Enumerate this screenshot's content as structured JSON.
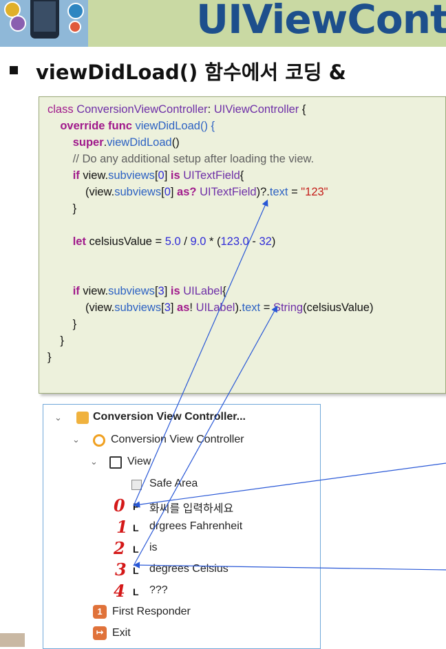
{
  "banner": {
    "title": "UIViewCont",
    "logo_icon": "apple-logo-phone-icon"
  },
  "heading": {
    "text": "viewDidLoad() 함수에서 코딩 &"
  },
  "code": {
    "l1": {
      "a": "class ",
      "b": "ConversionViewController",
      "c": ": ",
      "d": "UIViewController",
      "e": " {"
    },
    "l2": {
      "a": "    ",
      "b": "override func ",
      "c": "viewDidLoad",
      "d": "() {"
    },
    "l3": {
      "a": "        ",
      "b": "super",
      "c": ".",
      "d": "viewDidLoad",
      "e": "()"
    },
    "l4": {
      "a": "        ",
      "b": "// Do any additional setup after loading the view."
    },
    "l5": {
      "a": "        ",
      "b": "if ",
      "c": "view",
      "d": ".",
      "e": "subviews",
      "f": "[",
      "g": "0",
      "h": "] ",
      "i": "is ",
      "j": "UITextField",
      "k": "{"
    },
    "l6": {
      "a": "            (",
      "b": "view",
      "c": ".",
      "d": "subviews",
      "e": "[",
      "f": "0",
      "g": "] ",
      "h": "as?",
      "i": " ",
      "j": "UITextField",
      "k": ")?.",
      "l": "text",
      "m": " = ",
      "n": "\"123\""
    },
    "l7": {
      "a": "        }"
    },
    "l8": {
      "a": ""
    },
    "l9": {
      "a": "        ",
      "b": "let ",
      "c": "celsiusValue = ",
      "d": "5.0",
      "e": " / ",
      "f": "9.0",
      "g": " * (",
      "h": "123.0",
      "i": " - ",
      "j": "32",
      "k": ")"
    },
    "l10": {
      "a": ""
    },
    "l11": {
      "a": ""
    },
    "l12": {
      "a": "        ",
      "b": "if ",
      "c": "view",
      "d": ".",
      "e": "subviews",
      "f": "[",
      "g": "3",
      "h": "] ",
      "i": "is ",
      "j": "UILabel",
      "k": "{"
    },
    "l13": {
      "a": "            (",
      "b": "view",
      "c": ".",
      "d": "subviews",
      "e": "[",
      "f": "3",
      "g": "] ",
      "h": "as",
      "i": "! ",
      "j": "UILabel",
      "k": ").",
      "l": "text",
      "m": " = ",
      "n": "String",
      "o": "(celsiusValue)"
    },
    "l14": {
      "a": "        }"
    },
    "l15": {
      "a": "    }"
    },
    "l16": {
      "a": "}"
    }
  },
  "tree": {
    "scene": "Conversion View Controller...",
    "vc": "Conversion View Controller",
    "view": "View",
    "safe_area": "Safe Area",
    "items": [
      {
        "type": "F",
        "label": "화씨를 입력하세요",
        "mark": "0"
      },
      {
        "type": "L",
        "label": "drgrees Fahrenheit",
        "mark": "1"
      },
      {
        "type": "L",
        "label": "is",
        "mark": "2"
      },
      {
        "type": "L",
        "label": "degrees Celsius",
        "mark": "3"
      },
      {
        "type": "L",
        "label": "???",
        "mark": "4"
      }
    ],
    "first_responder": "First Responder",
    "first_responder_icon": "1",
    "exit": "Exit"
  },
  "colors": {
    "keyword": "#a0198b",
    "type": "#6e2fa7",
    "identifier": "#2d62c3",
    "number": "#2f2bd8",
    "string": "#c41a16",
    "banner_title": "#1d4f8c",
    "annotation": "#d41818",
    "arrow": "#2857d6"
  }
}
